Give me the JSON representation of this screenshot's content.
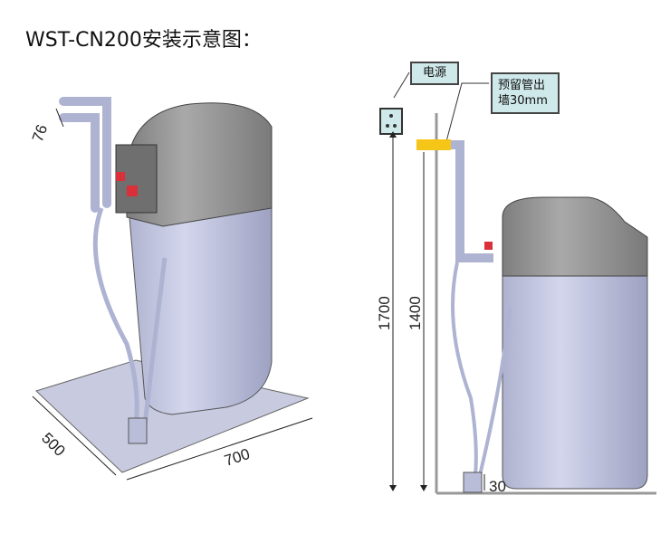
{
  "title": "WST-CN200安装示意图：",
  "left_view": {
    "dim_pipe_spacing": "76",
    "dim_depth": "500",
    "dim_width": "700"
  },
  "right_view": {
    "power_label": "电源",
    "pipe_label": "预留管出墙30mm",
    "dim_outlet_height": "1700",
    "dim_pipe_height": "1400",
    "dim_drain_height": "30"
  },
  "colors": {
    "body": "#c9cde6",
    "top": "#9c9c9c",
    "callout": "#cfe8ea",
    "pipe_marker": "#f5c518",
    "valve": "#d9303a"
  }
}
